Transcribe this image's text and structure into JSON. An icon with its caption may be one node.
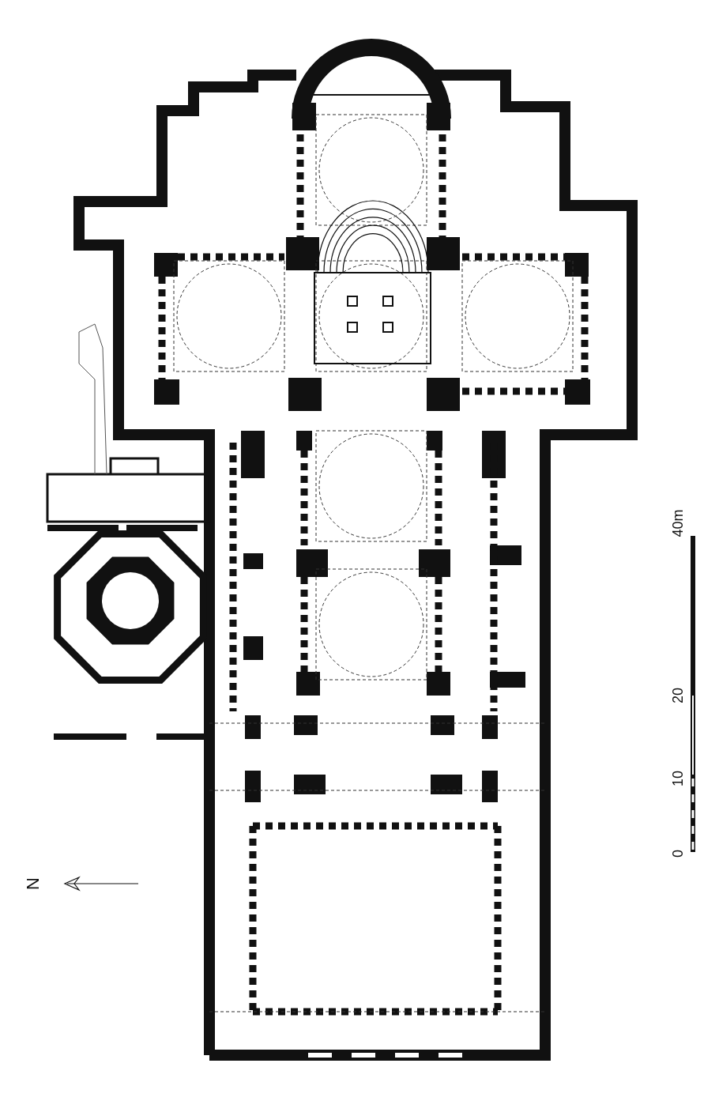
{
  "diagram": {
    "labels": [
      "40m",
      "20",
      "10",
      "0",
      "N"
    ]
  }
}
